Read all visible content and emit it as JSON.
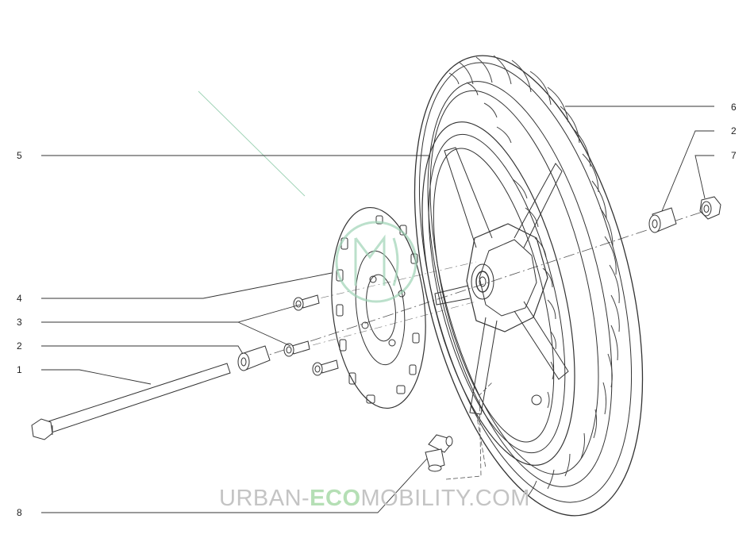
{
  "callouts": {
    "c1": "1",
    "c2a": "2",
    "c2b": "2",
    "c3": "3",
    "c4": "4",
    "c5": "5",
    "c6": "6",
    "c7": "7",
    "c8": "8"
  },
  "watermark": {
    "prefix": "URBAN-",
    "eco": "ECO",
    "suffix": "MOBILITY",
    "domain": ".COM",
    "text_color": "#c4c4c4",
    "eco_color": "#b5dfb5"
  },
  "colors": {
    "line": "#333333",
    "accent": "#9fd3b6"
  }
}
